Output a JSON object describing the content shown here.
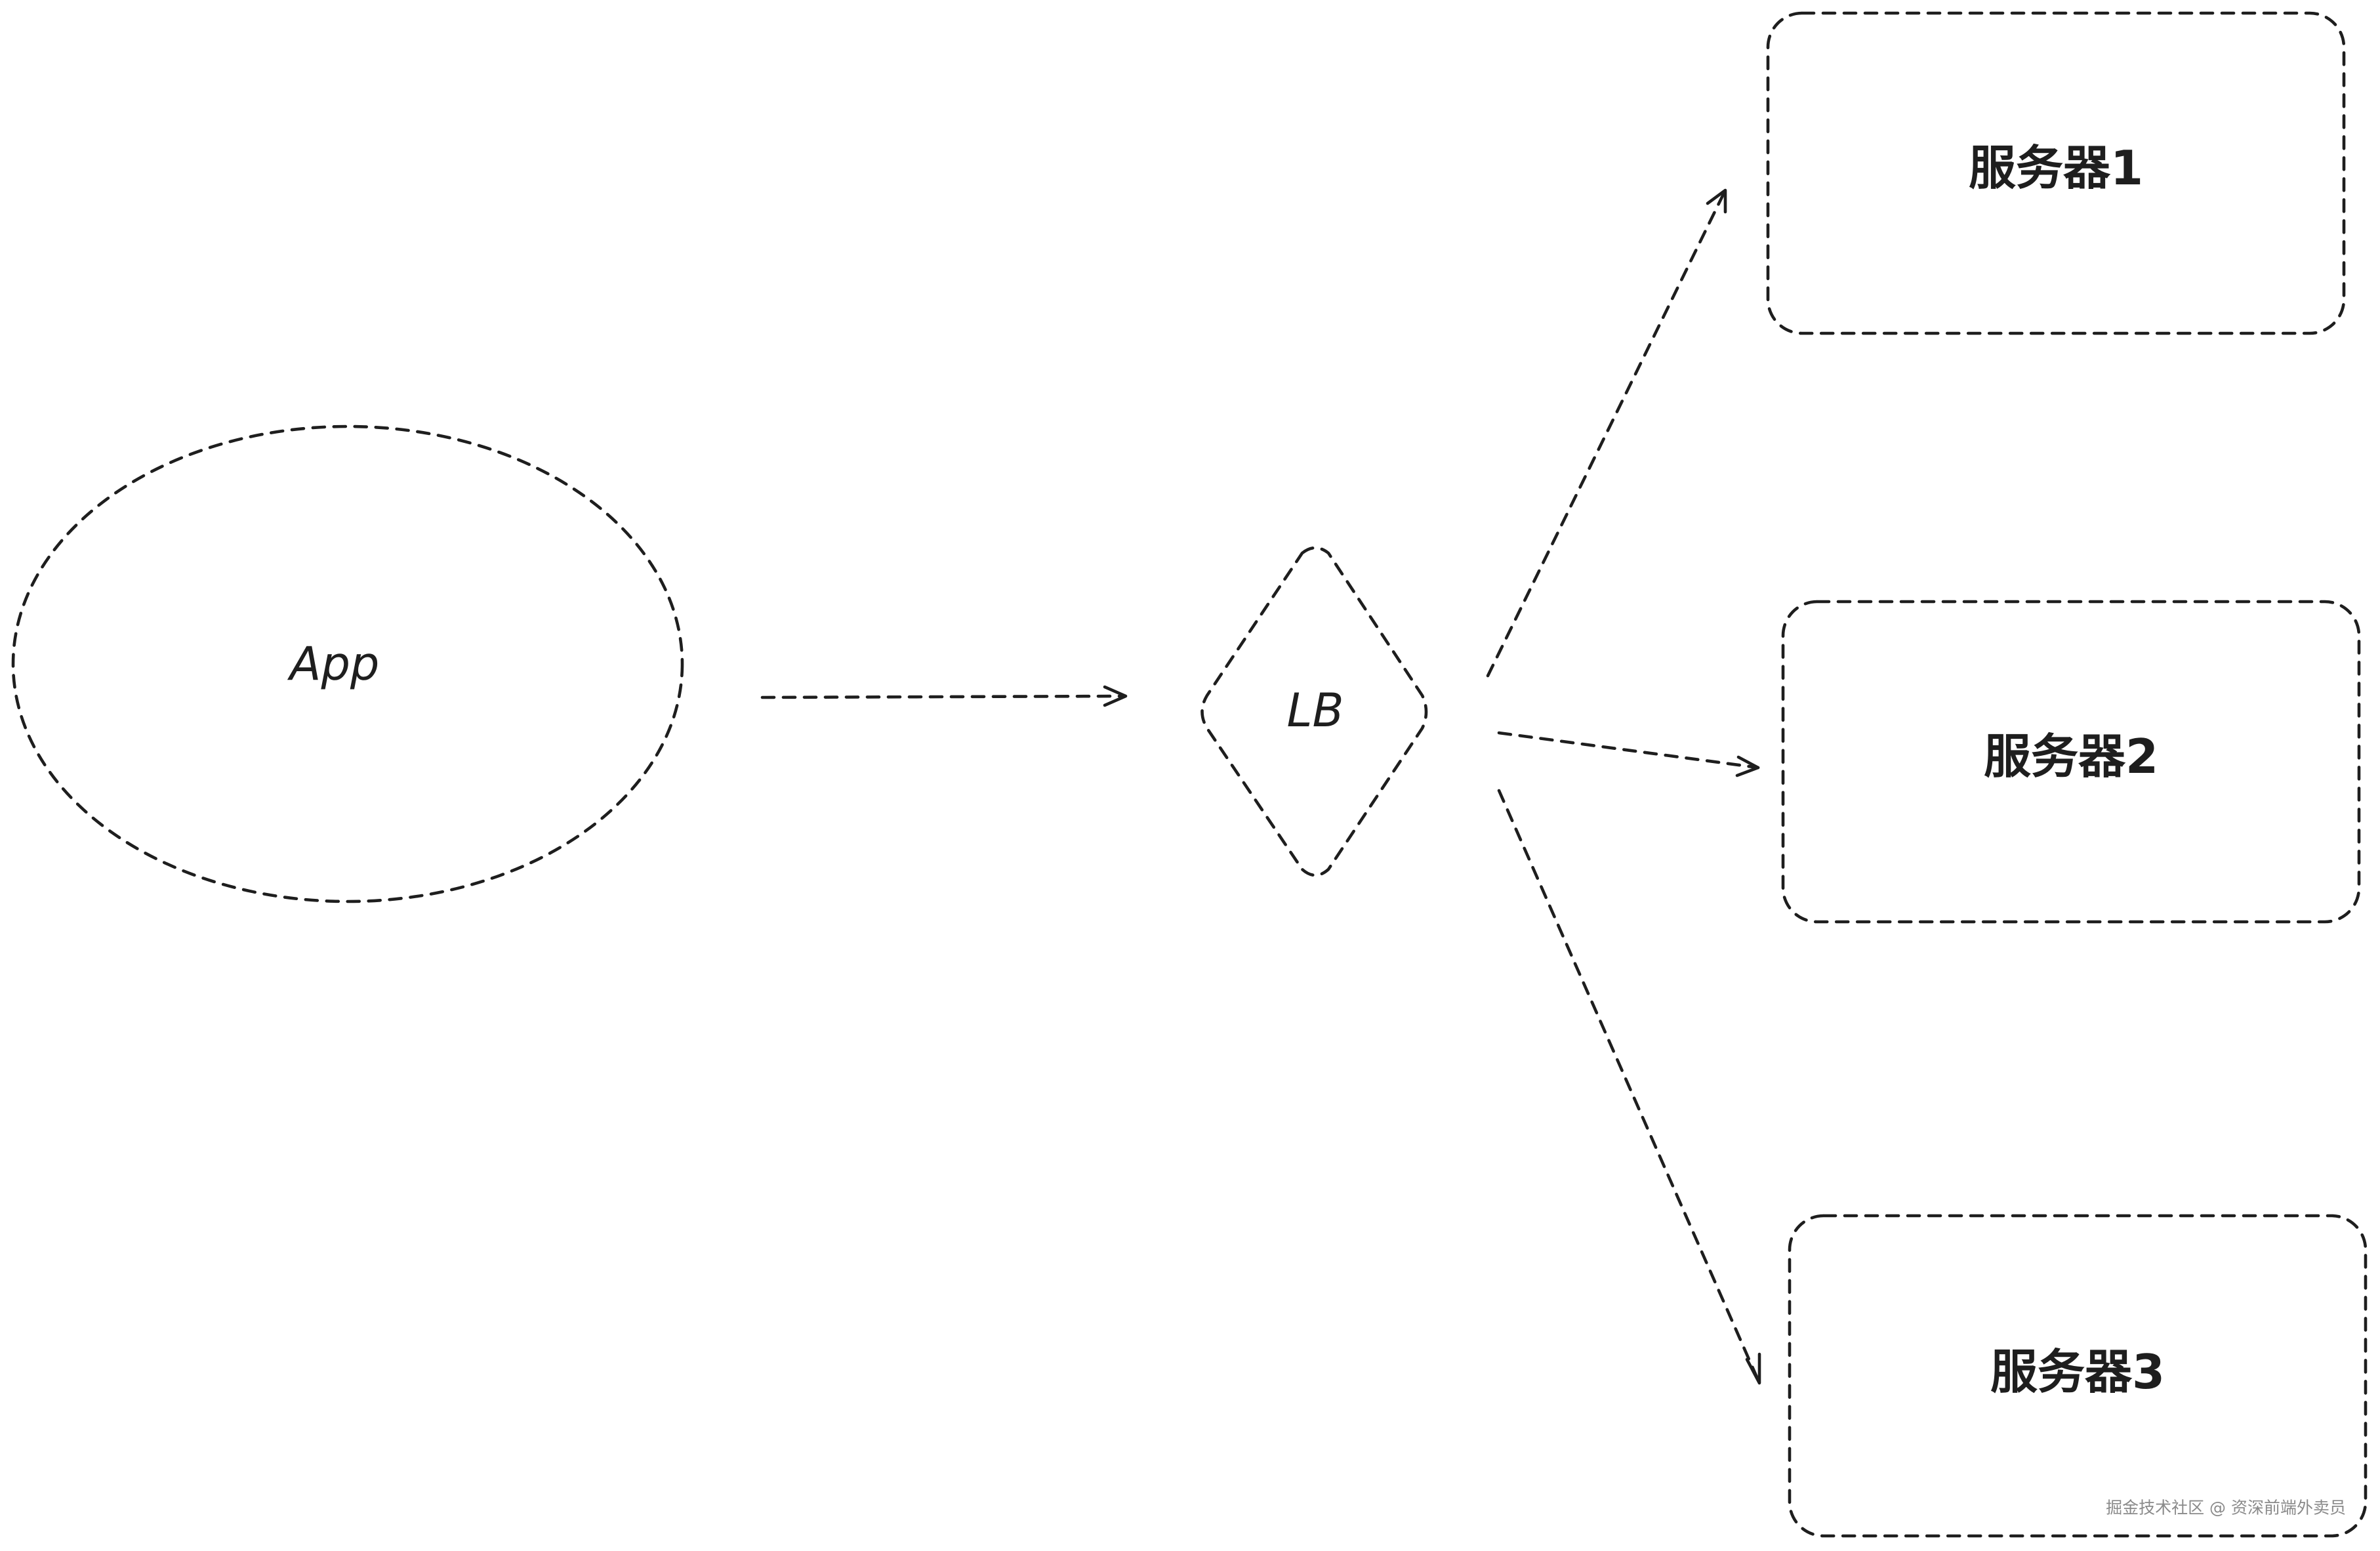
{
  "nodes": {
    "app": {
      "label": "App"
    },
    "lb": {
      "label": "LB"
    },
    "server1": {
      "label": "服务器1"
    },
    "server2": {
      "label": "服务器2"
    },
    "server3": {
      "label": "服务器3"
    }
  },
  "watermark": "掘金技术社区 @ 资深前端外卖员"
}
